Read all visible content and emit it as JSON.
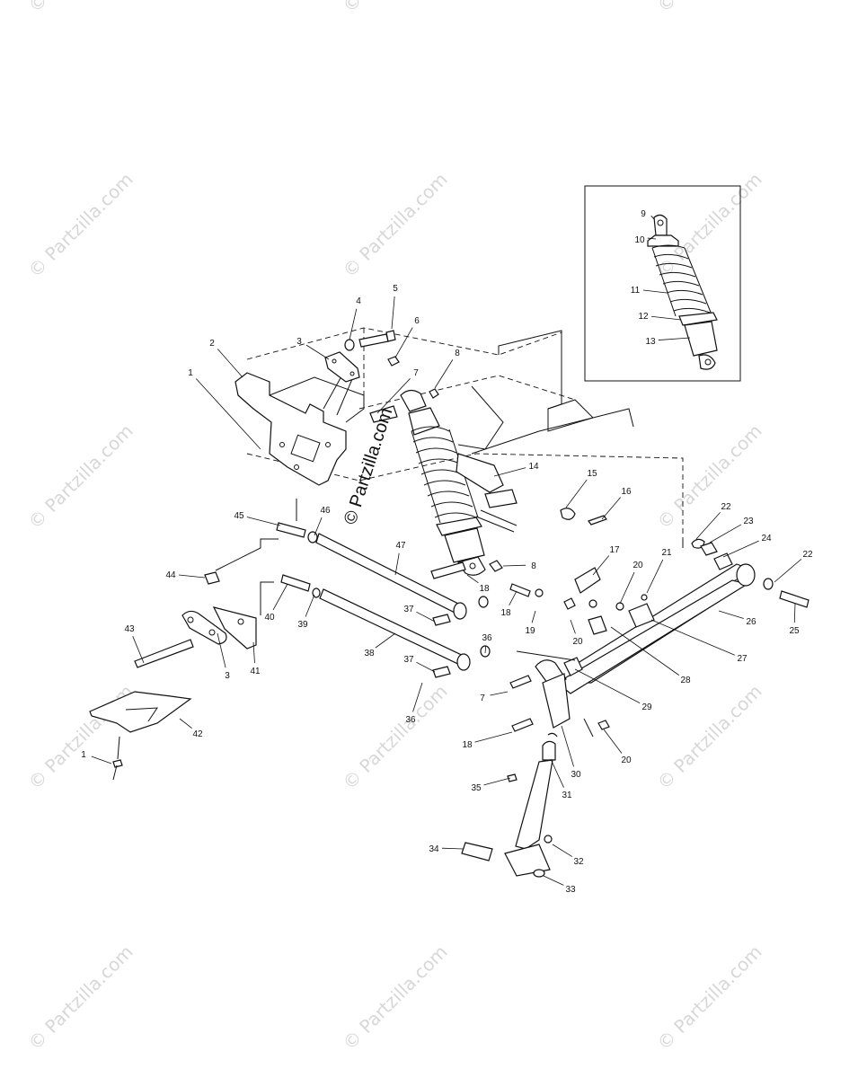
{
  "watermark": {
    "text": "© Partzilla.com",
    "color": "#b8b8b8"
  },
  "center_watermark": "© Partzilla.com",
  "callouts": [
    {
      "id": "c1a",
      "label": "1"
    },
    {
      "id": "c2",
      "label": "2"
    },
    {
      "id": "c3a",
      "label": "3"
    },
    {
      "id": "c4",
      "label": "4"
    },
    {
      "id": "c5",
      "label": "5"
    },
    {
      "id": "c6",
      "label": "6"
    },
    {
      "id": "c7a",
      "label": "7"
    },
    {
      "id": "c8a",
      "label": "8"
    },
    {
      "id": "c9",
      "label": "9"
    },
    {
      "id": "c10",
      "label": "10"
    },
    {
      "id": "c11",
      "label": "11"
    },
    {
      "id": "c12",
      "label": "12"
    },
    {
      "id": "c13",
      "label": "13"
    },
    {
      "id": "c14",
      "label": "14"
    },
    {
      "id": "c15",
      "label": "15"
    },
    {
      "id": "c16",
      "label": "16"
    },
    {
      "id": "c17",
      "label": "17"
    },
    {
      "id": "c18a",
      "label": "18"
    },
    {
      "id": "c18b",
      "label": "18"
    },
    {
      "id": "c18c",
      "label": "18"
    },
    {
      "id": "c19",
      "label": "19"
    },
    {
      "id": "c20a",
      "label": "20"
    },
    {
      "id": "c20b",
      "label": "20"
    },
    {
      "id": "c20c",
      "label": "20"
    },
    {
      "id": "c21",
      "label": "21"
    },
    {
      "id": "c22a",
      "label": "22"
    },
    {
      "id": "c22b",
      "label": "22"
    },
    {
      "id": "c23",
      "label": "23"
    },
    {
      "id": "c24",
      "label": "24"
    },
    {
      "id": "c25",
      "label": "25"
    },
    {
      "id": "c26",
      "label": "26"
    },
    {
      "id": "c27",
      "label": "27"
    },
    {
      "id": "c28",
      "label": "28"
    },
    {
      "id": "c29",
      "label": "29"
    },
    {
      "id": "c30",
      "label": "30"
    },
    {
      "id": "c31",
      "label": "31"
    },
    {
      "id": "c32",
      "label": "32"
    },
    {
      "id": "c33",
      "label": "33"
    },
    {
      "id": "c34",
      "label": "34"
    },
    {
      "id": "c35",
      "label": "35"
    },
    {
      "id": "c36a",
      "label": "36"
    },
    {
      "id": "c36b",
      "label": "36"
    },
    {
      "id": "c37a",
      "label": "37"
    },
    {
      "id": "c37b",
      "label": "37"
    },
    {
      "id": "c38",
      "label": "38"
    },
    {
      "id": "c39",
      "label": "39"
    },
    {
      "id": "c40",
      "label": "40"
    },
    {
      "id": "c41",
      "label": "41"
    },
    {
      "id": "c42",
      "label": "42"
    },
    {
      "id": "c43",
      "label": "43"
    },
    {
      "id": "c44",
      "label": "44"
    },
    {
      "id": "c45",
      "label": "45"
    },
    {
      "id": "c46",
      "label": "46"
    },
    {
      "id": "c47",
      "label": "47"
    },
    {
      "id": "c8b",
      "label": "8"
    },
    {
      "id": "c7b",
      "label": "7"
    },
    {
      "id": "c3b",
      "label": "3"
    },
    {
      "id": "c1b",
      "label": "1"
    }
  ]
}
